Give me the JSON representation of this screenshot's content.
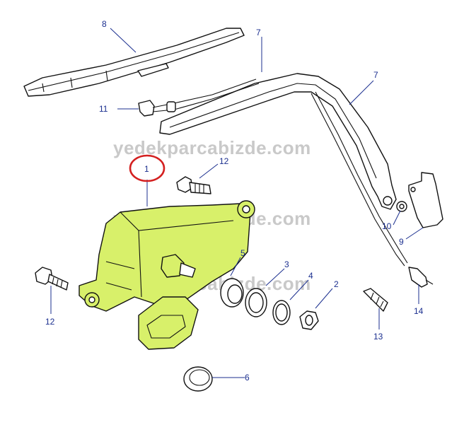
{
  "watermark": "yedekparcabizde.com",
  "highlight_color": "#d42020",
  "motor_color": "#d8f06a",
  "callout_color": "#1b2f8f",
  "callouts": {
    "c1": "1",
    "c2": "2",
    "c3": "3",
    "c4": "4",
    "c5": "5",
    "c6": "6",
    "c7a": "7",
    "c7b": "7",
    "c8": "8",
    "c9": "9",
    "c10": "10",
    "c11": "11",
    "c12a": "12",
    "c12b": "12",
    "c13": "13",
    "c14": "14"
  }
}
